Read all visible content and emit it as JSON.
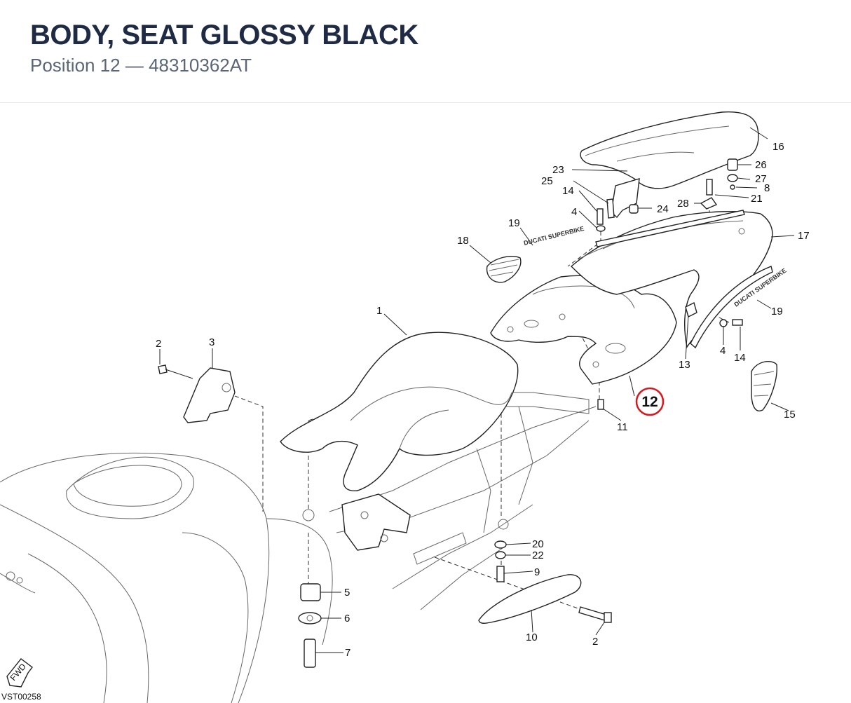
{
  "header": {
    "title": "BODY, SEAT GLOSSY BLACK",
    "subtitle": "Position 12 — 48310362AT"
  },
  "diagram": {
    "highlight_color": "#d7191f",
    "highlighted_position": "12",
    "drawing_code": "VST00258",
    "fwd_label": "FWD",
    "brand_text": "DUCATI SUPERBIKE",
    "callouts": [
      "1",
      "2",
      "3",
      "4",
      "5",
      "6",
      "7",
      "8",
      "9",
      "10",
      "11",
      "12",
      "13",
      "14",
      "15",
      "16",
      "17",
      "18",
      "19",
      "20",
      "21",
      "22",
      "23",
      "24",
      "25",
      "26",
      "27",
      "28",
      "2",
      "4",
      "14",
      "19"
    ]
  }
}
